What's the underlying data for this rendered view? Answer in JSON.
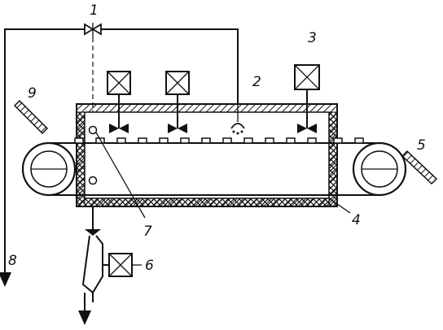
{
  "diagram": {
    "callouts": [
      {
        "id": "c1",
        "text": "1"
      },
      {
        "id": "c2",
        "text": "2"
      },
      {
        "id": "c3",
        "text": "3"
      },
      {
        "id": "c4",
        "text": "4"
      },
      {
        "id": "c5",
        "text": "5"
      },
      {
        "id": "c6",
        "text": "6"
      },
      {
        "id": "c7",
        "text": "7"
      },
      {
        "id": "c8",
        "text": "8"
      },
      {
        "id": "c9",
        "text": "9"
      }
    ],
    "icons": {
      "fan_motor": "motor-box-icon",
      "fan": "fan-icon",
      "valve": "valve-icon",
      "burner": "burner-icon",
      "pump": "pump-icon"
    },
    "colors": {
      "ink": "#111111",
      "paper": "#ffffff"
    }
  }
}
